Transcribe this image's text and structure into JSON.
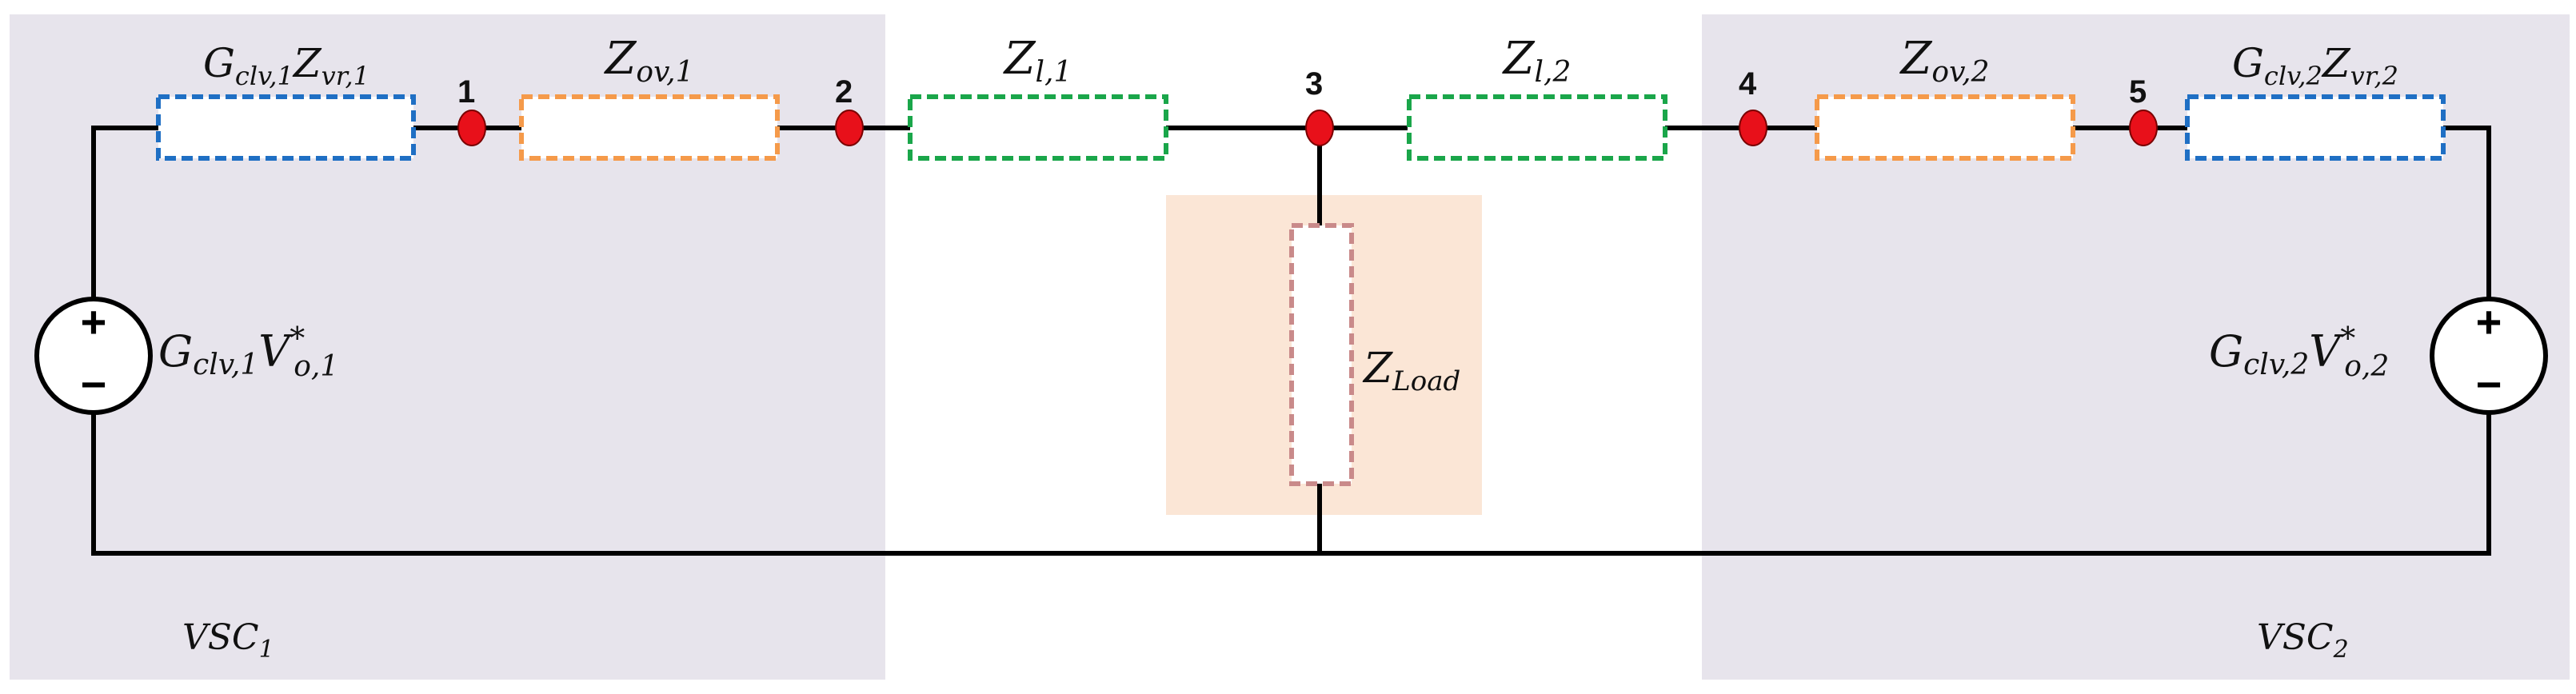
{
  "colors": {
    "vsc_region": "#e7e4ec",
    "load_region": "#fbe6d6",
    "wire": "#000000",
    "node": "#e8101a",
    "gain_impedance": "#1f6fc4",
    "output_impedance": "#f59a4a",
    "line_impedance": "#1aa64a",
    "load_impedance": "#c98a8a"
  },
  "regions": {
    "vsc1": {
      "label_base": "VSC",
      "label_sub": "1"
    },
    "vsc2": {
      "label_base": "VSC",
      "label_sub": "2"
    }
  },
  "nodes": [
    "1",
    "2",
    "3",
    "4",
    "5"
  ],
  "impedances": {
    "gv1": {
      "parts": [
        [
          "G",
          "clv,1"
        ],
        [
          "Z",
          "vr,1"
        ]
      ]
    },
    "zov1": {
      "parts": [
        [
          "Z",
          "ov,1"
        ]
      ]
    },
    "zl1": {
      "parts": [
        [
          "Z",
          "l,1"
        ]
      ]
    },
    "zl2": {
      "parts": [
        [
          "Z",
          "l,2"
        ]
      ]
    },
    "zov2": {
      "parts": [
        [
          "Z",
          "ov,2"
        ]
      ]
    },
    "gv2": {
      "parts": [
        [
          "G",
          "clv,2"
        ],
        [
          "Z",
          "vr,2"
        ]
      ]
    },
    "zload": {
      "parts": [
        [
          "Z",
          "Load"
        ]
      ]
    }
  },
  "sources": {
    "src1": {
      "gain_base": "G",
      "gain_sub": "clv,1",
      "v_base": "V",
      "v_sup": "*",
      "v_sub": "o,1",
      "plus": "+",
      "minus": "−"
    },
    "src2": {
      "gain_base": "G",
      "gain_sub": "clv,2",
      "v_base": "V",
      "v_sup": "*",
      "v_sub": "o,2",
      "plus": "+",
      "minus": "−"
    }
  }
}
